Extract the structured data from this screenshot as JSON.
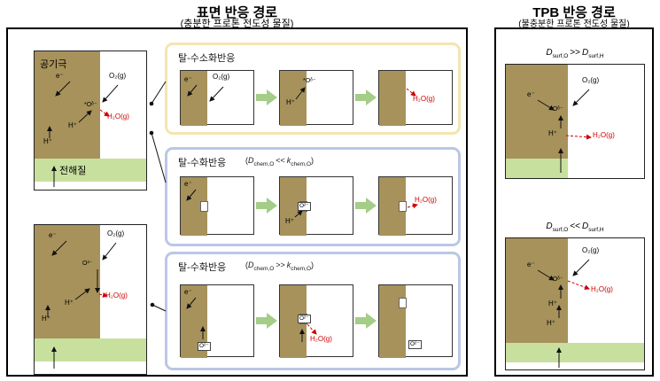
{
  "surface_panel": {
    "title": "표면 반응 경로",
    "subtitle": "(충분한 프로톤 전도성 물질)",
    "electrode_label": "공기극",
    "electrolyte_label": "전해질",
    "sub_panels": [
      {
        "title": "탈-수소화반응"
      },
      {
        "title": "탈-수화반응",
        "cond_open": "(",
        "cond_a": "D",
        "cond_a_sub": "chem,O",
        "cond_op": "<<",
        "cond_b": "k",
        "cond_b_sub": "chem,O",
        "cond_close": ")"
      },
      {
        "title": "탈-수화반응",
        "cond_open": "(",
        "cond_a": "D",
        "cond_a_sub": "chem,O",
        "cond_op": ">>",
        "cond_b": "k",
        "cond_b_sub": "chem,O",
        "cond_close": ")"
      }
    ]
  },
  "tpb_panel": {
    "title": "TPB 반응 경로",
    "subtitle": "(불충분한 프로톤 전도성 물질)",
    "conditions": [
      {
        "a": "D",
        "a_sub": "surf,O",
        "op": ">>",
        "b": "D",
        "b_sub": "surf,H"
      },
      {
        "a": "D",
        "a_sub": "surf,O",
        "op": "<<",
        "b": "D",
        "b_sub": "surf,H"
      }
    ]
  },
  "species": {
    "o2_gas": "O₂(g)",
    "electron": "e⁻",
    "adsorbed_oxygen": "*Oᵟ⁻",
    "proton": "H⁺",
    "water_gas": "H₂O(g)",
    "oxide_ion": "O²⁻"
  },
  "colors": {
    "electrode": "#a7925b",
    "electrolyte": "#c8e09e",
    "dehydrogenation_border": "#f4e4b0",
    "dehydration_border": "#bac7e5",
    "water_red": "#cc0000",
    "step_arrow_green": "#a4cd88"
  }
}
